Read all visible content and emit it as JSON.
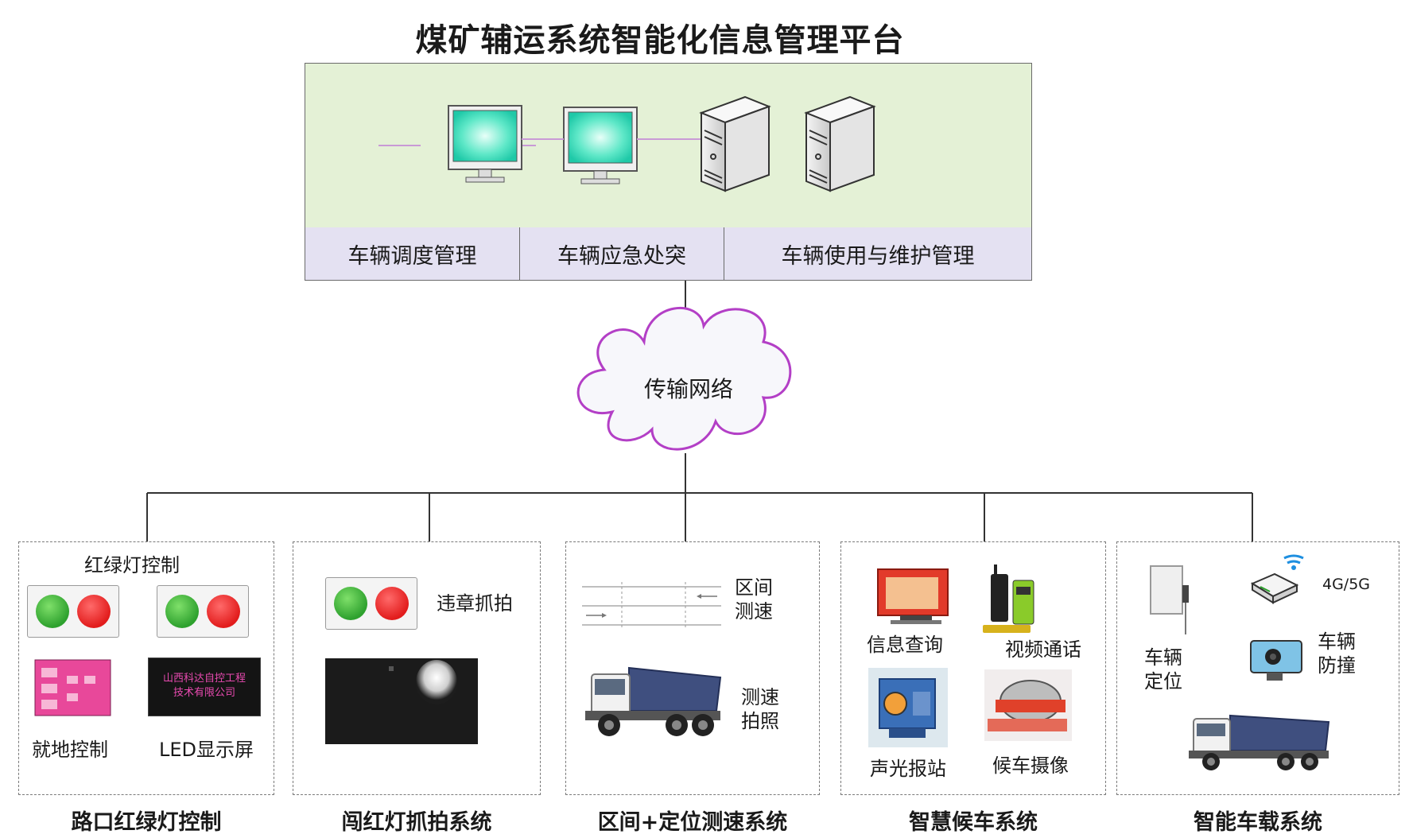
{
  "title": "煤矿辅运系统智能化信息管理平台",
  "platform": {
    "modules": [
      "车辆调度管理",
      "车辆应急处突",
      "车辆使用与维护管理"
    ]
  },
  "network": {
    "label": "传输网络"
  },
  "subsystems": [
    {
      "title": "路口红绿灯控制",
      "items": {
        "top_label": "红绿灯控制",
        "local_control": "就地控制",
        "led_display": "LED显示屏"
      },
      "led_text": "山西科达自控工程技术有限公司"
    },
    {
      "title": "闯红灯抓拍系统",
      "items": {
        "violation_capture": "违章抓拍"
      }
    },
    {
      "title": "区间+定位测速系统",
      "items": {
        "section_speed": "区间\n测速",
        "speed_photo": "测速\n拍照"
      }
    },
    {
      "title": "智慧候车系统",
      "items": {
        "info_query": "信息查询",
        "video_call": "视频通话",
        "audio_station": "声光报站",
        "waiting_camera": "候车摄像"
      }
    },
    {
      "title": "智能车载系统",
      "items": {
        "network": "4G/5G",
        "vehicle_positioning": "车辆\n定位",
        "anti_collision": "车辆\n防撞"
      }
    }
  ],
  "colors": {
    "platform_bg": "#e4f1d6",
    "module_bg": "#e4e1f2",
    "cloud_stroke": "#b33fc6",
    "green_light": "#2ea12e",
    "red_light": "#e21c1c"
  }
}
